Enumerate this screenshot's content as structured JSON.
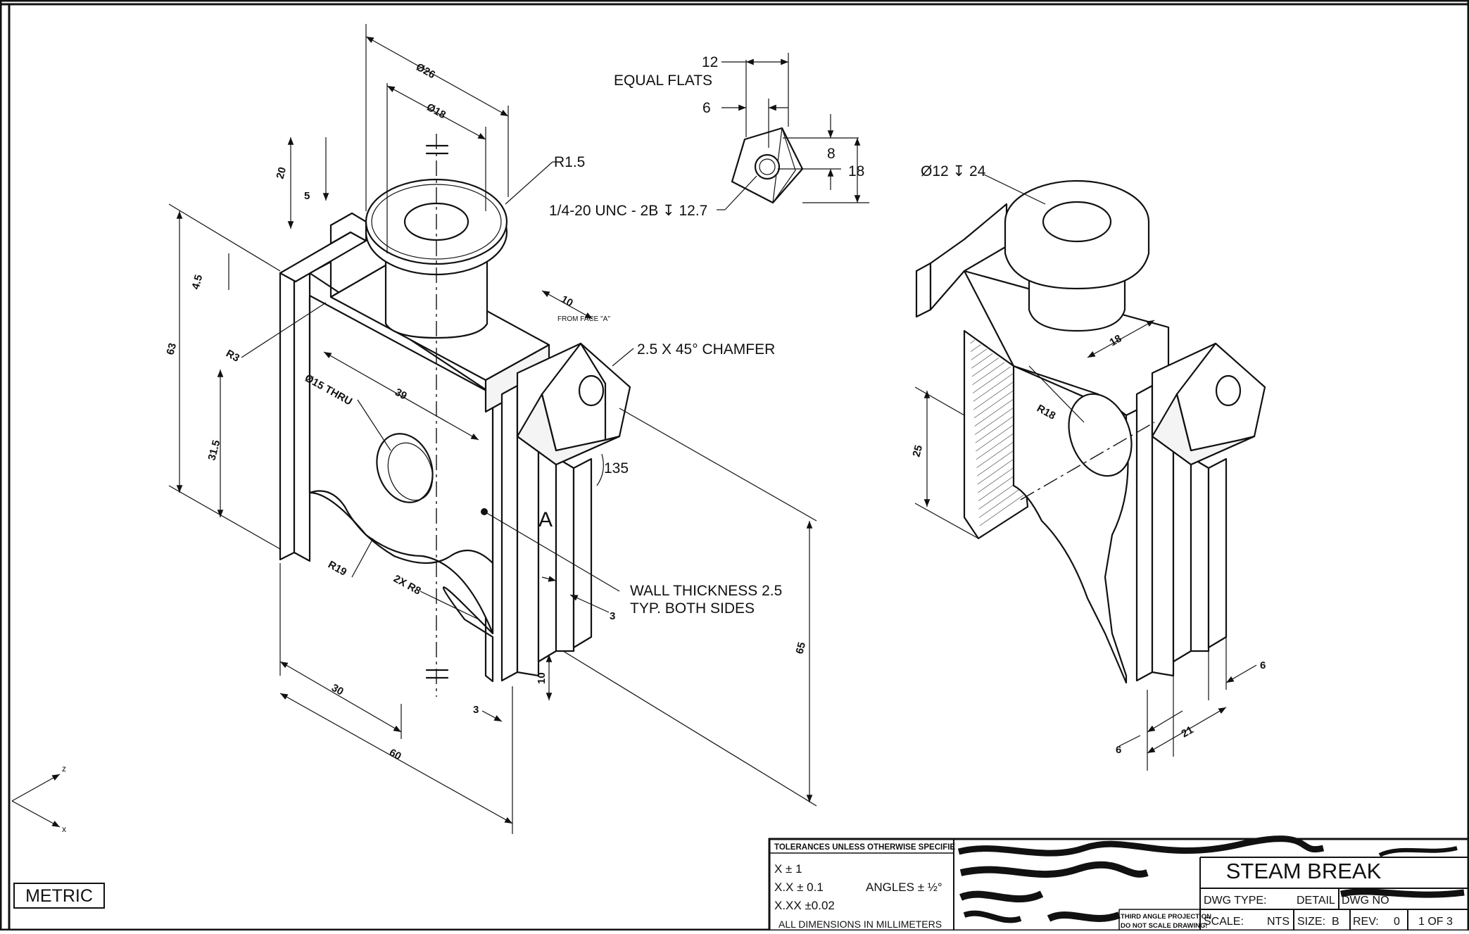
{
  "drawing": {
    "views": {
      "main_iso": {
        "dims": {
          "d26": "Ø26",
          "d18": "Ø18",
          "r15": "R1.5",
          "h20": "20",
          "h5": "5",
          "h45": "4.5",
          "h63": "63",
          "r3": "R3",
          "d15": "Ø15 THRU",
          "w39": "39",
          "h315": "31.5",
          "r19": "R19",
          "r8": "2X R8",
          "w30": "30",
          "w60": "60",
          "w3": "3",
          "h10": "10",
          "w10": "10",
          "from_face": "FROM FACE \"A\"",
          "chamfer": "2.5 X 45° CHAMFER",
          "ang135": "135",
          "face_a": "A",
          "wall1": "WALL THICKNESS 2.5",
          "wall2": "TYP. BOTH SIDES",
          "w3b": "3",
          "h65": "65"
        }
      },
      "top_detail": {
        "dims": {
          "w12": "12",
          "flats": "EQUAL FLATS",
          "w6": "6",
          "h8": "8",
          "h18": "18",
          "thread": "1/4-20 UNC - 2B ↧ 12.7"
        }
      },
      "section_iso": {
        "dims": {
          "bore": "Ø12 ↧ 24",
          "r18": "R18",
          "h25": "25",
          "w18": "18",
          "w6a": "6",
          "w6b": "6",
          "w21": "21"
        }
      }
    },
    "axis": {
      "z": "z",
      "x": "x"
    },
    "metric_label": "METRIC"
  },
  "title_block": {
    "tolerances_header": "TOLERANCES UNLESS OTHERWISE SPECIFIED",
    "tol_x": "X       ± 1",
    "tol_xx": "X.X    ± 0.1",
    "angles": "ANGLES  ± ½°",
    "tol_xxx": "X.XX  ±0.02",
    "all_dims": "ALL DIMENSIONS IN MILLIMETERS",
    "projection1": "THIRD ANGLE PROJECTION",
    "projection2": "DO NOT SCALE DRAWING!",
    "title": "STEAM BREAK",
    "dwg_type_label": "DWG TYPE:",
    "dwg_type_value": "DETAIL",
    "dwg_no_label": "DWG NO",
    "scale_label": "SCALE:",
    "scale_value": "NTS",
    "size_label": "SIZE:",
    "size_value": "B",
    "rev_label": "REV:",
    "rev_value": "0",
    "sheet": "1 OF 3"
  }
}
